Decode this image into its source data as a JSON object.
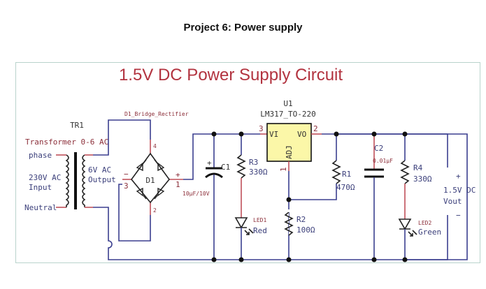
{
  "page": {
    "title": "Project 6: Power supply"
  },
  "diagram": {
    "title": "1.5V DC Power Supply Circuit",
    "transformer": {
      "ref": "TR1",
      "name": "Transformer 0-6 AC",
      "primary_top": "phase",
      "primary_label_1": "230V AC",
      "primary_label_2": "Input",
      "primary_bottom": "Neutral",
      "secondary_label_1": "6V AC",
      "secondary_label_2": "Output"
    },
    "rectifier": {
      "name": "D1_Bridge_Rectifier",
      "ref": "D1",
      "pin_minus": "−",
      "pin_minus_num": "3",
      "pin_plus": "+",
      "pin_plus_num": "1",
      "pin_top": "4",
      "pin_bottom": "2"
    },
    "c1": {
      "ref": "C1",
      "value": "10µF/10V",
      "polarity": "+"
    },
    "r3": {
      "ref": "R3",
      "value": "330Ω"
    },
    "led1": {
      "ref": "LED1",
      "color": "Red"
    },
    "u1": {
      "ref": "U1",
      "part": "LM317_TO-220",
      "pin_vi": "VI",
      "pin_vo": "VO",
      "pin_adj": "ADJ",
      "pin_vi_num": "3",
      "pin_vo_num": "2",
      "pin_adj_num": "1"
    },
    "r2": {
      "ref": "R2",
      "value": "100Ω"
    },
    "r1": {
      "ref": "R1",
      "value": "470Ω"
    },
    "c2": {
      "ref": "C2",
      "value": "0.01µF"
    },
    "r4": {
      "ref": "R4",
      "value": "330Ω"
    },
    "led2": {
      "ref": "LED2",
      "color": "Green"
    },
    "output": {
      "plus": "+",
      "label_1": "1.5V DC",
      "label_2": "Vout",
      "minus": "−"
    },
    "colors": {
      "title": "#b2333f",
      "wire": "#3b3f8f",
      "regulator_fill": "#fbf7a8",
      "pin": "#c0505a"
    }
  }
}
